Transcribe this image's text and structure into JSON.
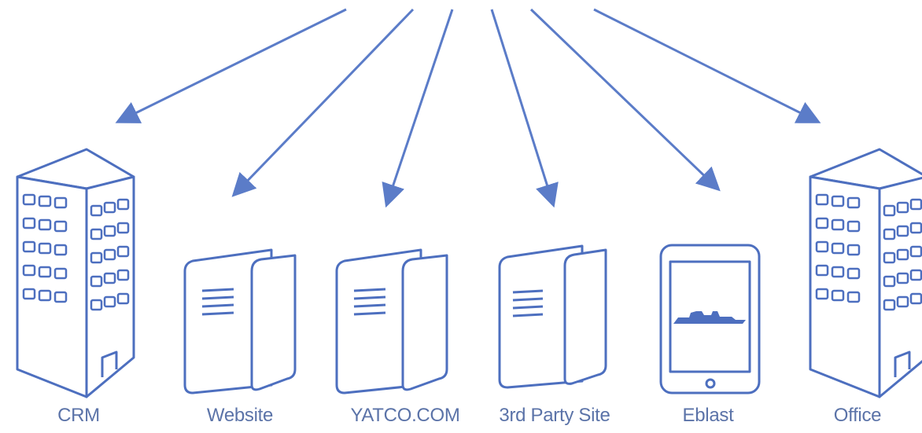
{
  "colors": {
    "stroke": "#4d6fbf",
    "arrow": "#5b7cc8",
    "text": "#5b73a8"
  },
  "nodes": [
    {
      "id": "crm",
      "label": "CRM",
      "icon": "office-building-icon"
    },
    {
      "id": "website",
      "label": "Website",
      "icon": "server-icon"
    },
    {
      "id": "yatco",
      "label": "YATCO.COM",
      "icon": "server-icon"
    },
    {
      "id": "third_party",
      "label": "3rd Party Site",
      "icon": "server-icon"
    },
    {
      "id": "eblast",
      "label": "Eblast",
      "icon": "tablet-icon"
    },
    {
      "id": "office",
      "label": "Office",
      "icon": "office-building-icon"
    }
  ]
}
